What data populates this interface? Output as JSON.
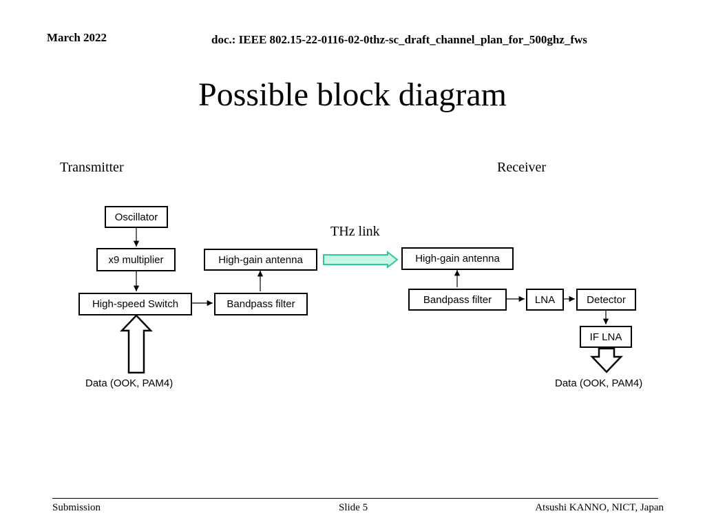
{
  "header": {
    "date": "March 2022",
    "doc": "doc.: IEEE 802.15-22-0116-02-0thz-sc_draft_channel_plan_for_500ghz_fws"
  },
  "title": "Possible block diagram",
  "transmitter": {
    "heading": "Transmitter",
    "oscillator": "Oscillator",
    "multiplier": "x9 multiplier",
    "switch": "High-speed Switch",
    "bandpass": "Bandpass filter",
    "antenna": "High-gain antenna",
    "data_label": "Data (OOK, PAM4)"
  },
  "link_label": "THz link",
  "receiver": {
    "heading": "Receiver",
    "antenna": "High-gain antenna",
    "bandpass": "Bandpass filter",
    "lna": "LNA",
    "detector": "Detector",
    "if_lna": "IF LNA",
    "data_label": "Data (OOK, PAM4)"
  },
  "footer": {
    "left": "Submission",
    "center": "Slide 5",
    "right": "Atsushi KANNO, NICT, Japan"
  },
  "colors": {
    "thz_arrow_fill": "#c8f5ea",
    "thz_arrow_stroke": "#2ec98f"
  }
}
